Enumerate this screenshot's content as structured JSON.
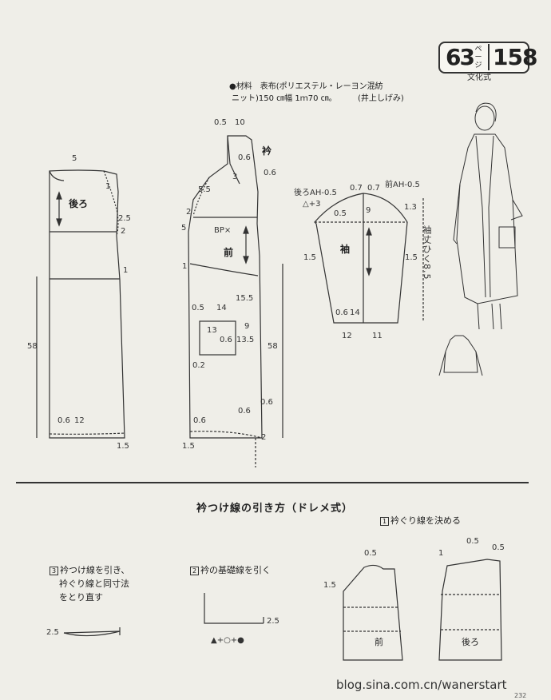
{
  "badge": {
    "page": "63",
    "unit": "ページ",
    "number": "158",
    "sub": "文化式"
  },
  "materials": {
    "line1": "●材料　表布(ポリエステル・レーヨン混紡",
    "line2": "ニット)150 ㎝幅 1ｍ70 ㎝。",
    "credit": "(井上しげみ)"
  },
  "back_panel": {
    "title": "後ろ",
    "measures": [
      "5",
      "1",
      "2.5",
      "2",
      "1",
      "58",
      "0.6",
      "12",
      "1.5"
    ]
  },
  "front_panel": {
    "title": "前",
    "collar": "衿",
    "bp": "BP×",
    "measures": [
      "0.5",
      "10",
      "0.6",
      "0.6",
      "3",
      "5.5",
      "2",
      "5",
      "1",
      "15.5",
      "0.5",
      "14",
      "13",
      "0.6",
      "9",
      "13.5",
      "0.2",
      "58",
      "0.6",
      "0.6",
      "0.6",
      "2",
      "1.5"
    ]
  },
  "sleeve_panel": {
    "title": "袖",
    "back_ah": "後ろAH-0.5",
    "front_ah": "前AH-0.5",
    "measures": [
      "0.7",
      "0.7",
      "△+3",
      "0.5",
      "9",
      "1.3",
      "1.5",
      "1.5",
      "0.6",
      "14",
      "12",
      "11"
    ],
    "length": "袖丈ひく8.5"
  },
  "section": {
    "title": "衿つけ線の引き方（ドレメ式）",
    "step1": {
      "num": "1",
      "text": "衿ぐり線を決める"
    },
    "step2": {
      "num": "2",
      "text": "衿の基礎線を引く"
    },
    "step3": {
      "num": "3",
      "line1": "衿つけ線を引き、",
      "line2": "衿ぐり線と同寸法",
      "line3": "をとり直す"
    },
    "formula": "▲+○+●",
    "measures": [
      "2.5",
      "2.5",
      "0.5",
      "1.5",
      "1",
      "0.5",
      "0.5"
    ],
    "front_label": "前",
    "back_label": "後ろ"
  },
  "watermark": "blog.sina.com.cn/wanerstart",
  "page_number": "232"
}
